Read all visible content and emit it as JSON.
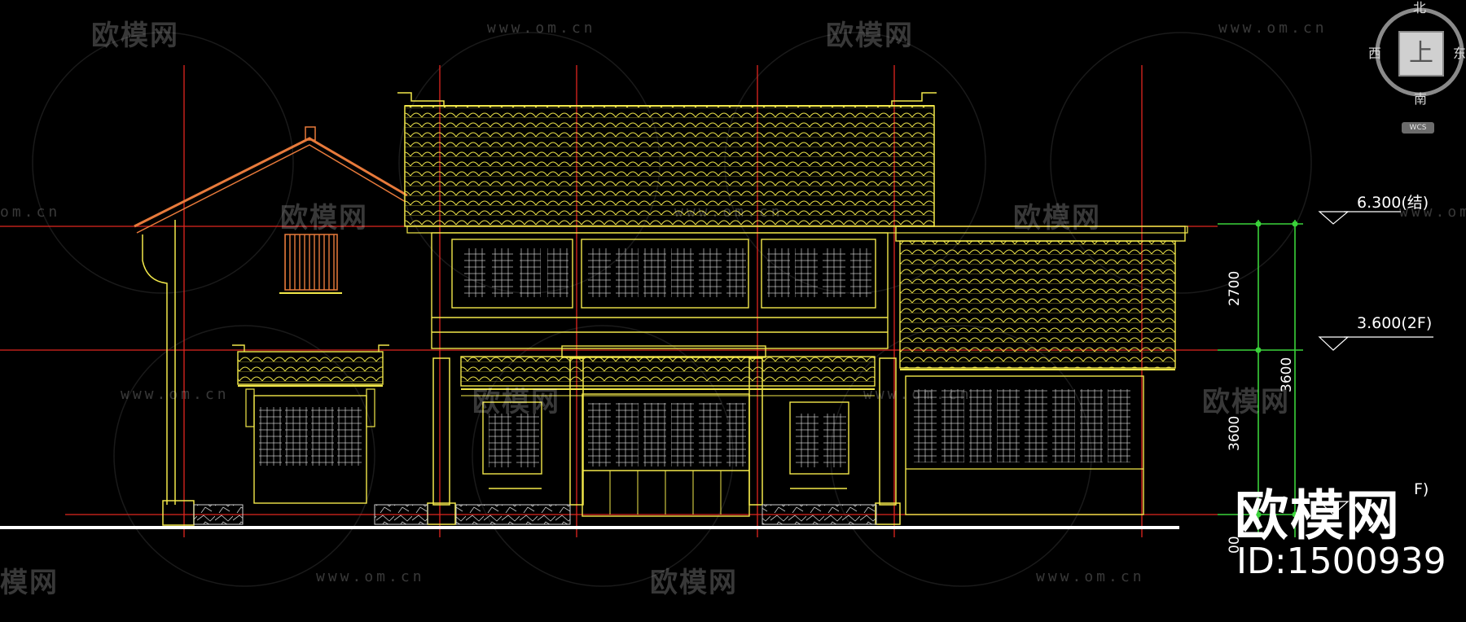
{
  "watermarks": {
    "brand": "欧模网",
    "url": "www.om.cn",
    "url_partial": "om.cn",
    "brand_partial": "模网"
  },
  "id_badge": {
    "brand": "欧模网",
    "id": "ID:1500939"
  },
  "viewcube": {
    "north": "北",
    "west": "西",
    "south": "南",
    "east": "东",
    "face": "上",
    "coord": "WCS"
  },
  "elevation_labels": {
    "roof": "6.300(结)",
    "second_floor": "3.600(2F)",
    "ground": "F)"
  },
  "dimensions": {
    "upper": "2700",
    "lower": "3600",
    "total": "3600",
    "bottom": "00"
  },
  "colors": {
    "background": "#000000",
    "outline_yellow": "#f2e84a",
    "grid_red": "#e0261f",
    "dimension_green": "#3ad23a",
    "accent_orange": "#e87a3b",
    "ground_white": "#ffffff"
  }
}
